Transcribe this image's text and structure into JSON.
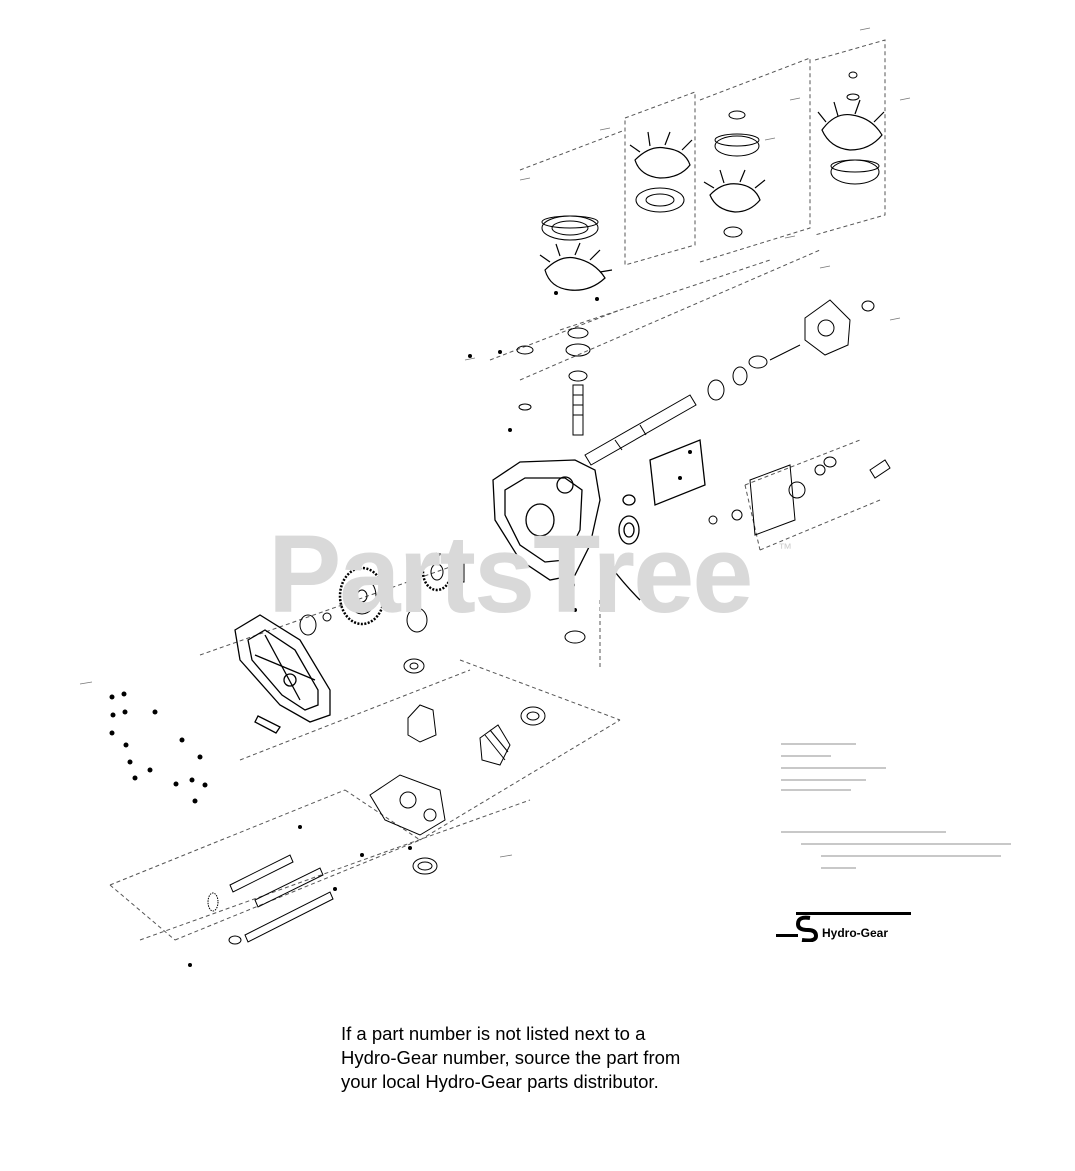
{
  "watermark": {
    "text": "PartsTree",
    "trademark": "™"
  },
  "brand": {
    "name": "Hydro-Gear",
    "logo_icon": "hydro-gear-s-logo-icon",
    "color": "#000000"
  },
  "note": {
    "lines": [
      "If a part number is not listed next to a",
      "Hydro-Gear number, source the part from",
      "your local Hydro-Gear parts distributor."
    ]
  },
  "colors": {
    "line": "#000000",
    "watermark": "#d9d9d9",
    "background": "#ffffff"
  }
}
